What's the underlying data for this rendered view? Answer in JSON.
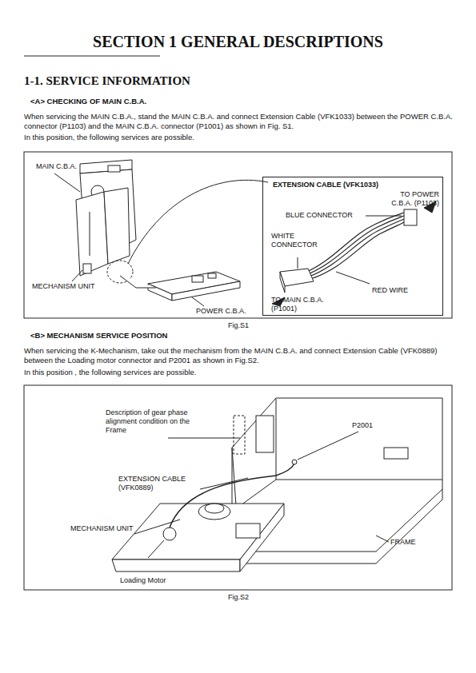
{
  "diagram": {
    "title": "SECTION 1 GENERAL DESCRIPTIONS",
    "nodes": [
      {
        "text": [
          "EXTENSION CABLE (VFK1033)",
          "TO POWER C.B.A. (P1103)",
          "BLUE CONNECTOR",
          "WHITE CONNECTOR",
          "RED WIRE",
          "TO MAIN C.B.A. (P1001)"
        ]
      }
    ],
    "labels": [
      "1-1. SERVICE INFORMATION",
      "<A> CHECKING OF MAIN C.B.A.",
      "When servicing the MAIN C.B.A., stand the MAIN C.B.A. and connect Extension Cable (VFK1033) between the POWER C.B.A. connector (P1103) and the MAIN C.B.A. connector (P1001) as shown in Fig. S1.",
      "In this position, the following services are possible.",
      "MAIN C.B.A.",
      "MECHANISM UNIT",
      "POWER C.B.A.",
      "Fig.S1",
      "<B> MECHANISM SERVICE POSITION",
      "When servicing the K-Mechanism, take out the mechanism from the MAIN C.B.A. and connect Extension Cable (VFK0889) between the Loading motor connector and P2001 as shown in Fig.S2.",
      "In this position , the following services are possible.",
      "Description of gear phase alignment condition on the Frame",
      "P2001",
      "EXTENSION CABLE (VFK0889)",
      "MECHANISM UNIT",
      "FRAME",
      "Loading Motor",
      "Fig.S2"
    ]
  }
}
